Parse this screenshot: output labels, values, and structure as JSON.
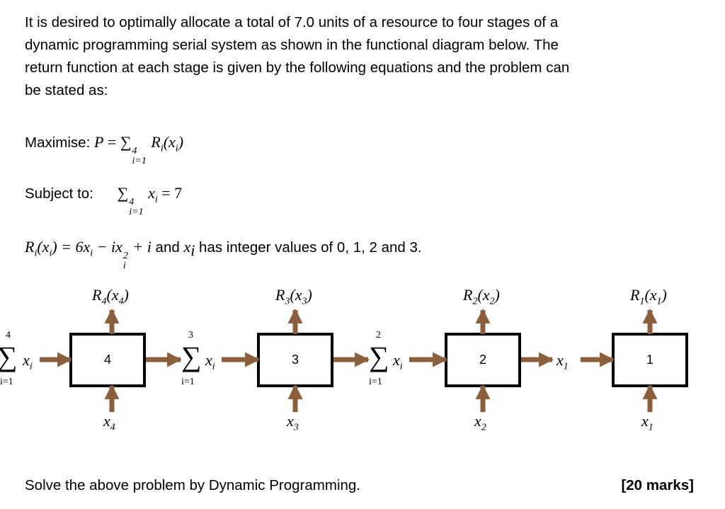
{
  "intro_lines": [
    "It is desired to optimally allocate a total of 7.0 units of a resource to four stages of a",
    "dynamic programming serial system as shown in the functional diagram below. The",
    "return function at each stage is given by the following equations and the problem can",
    "be stated as:"
  ],
  "maximise": {
    "label": "Maximise:",
    "P": "P",
    "eq": " = ∑",
    "sup": "4",
    "sub": "i=1",
    "R": " R",
    "Rsub": "i",
    "arg": "(x",
    "argsub": "i",
    "close": ")"
  },
  "subject": {
    "label": "Subject to:",
    "sum": "∑",
    "sup": "4",
    "sub": "i=1",
    "x": " x",
    "xsub": "i",
    "rhs": " = 7"
  },
  "return_fn": {
    "lhs": "R",
    "lhssub": "i",
    "a1": "(x",
    "a1sub": "i",
    "a2": ") = 6x",
    "a2sub": "i",
    "a3": " − ix",
    "a3sub": "i",
    "a3sup": "2",
    "a4": " + i",
    "text1": " and ",
    "x": "x",
    "xsub": "i",
    "text2": " has integer values of 0, 1, 2 and 3."
  },
  "stages": [
    {
      "box": "4",
      "R": "R",
      "Rsub": "4",
      "arg": "(x",
      "argsub": "4",
      "close": ")",
      "in": "x",
      "insub": "4",
      "sum_top": "4"
    },
    {
      "box": "3",
      "R": "R",
      "Rsub": "3",
      "arg": "(x",
      "argsub": "3",
      "close": ")",
      "in": "x",
      "insub": "3",
      "sum_top": "3"
    },
    {
      "box": "2",
      "R": "R",
      "Rsub": "2",
      "arg": "(x",
      "argsub": "2",
      "close": ")",
      "in": "x",
      "insub": "2",
      "sum_top": "2"
    },
    {
      "box": "1",
      "R": "R",
      "Rsub": "1",
      "arg": "(x",
      "argsub": "1",
      "close": ")",
      "in": "x",
      "insub": "1"
    }
  ],
  "sum": {
    "sigma": "∑",
    "bottom": "i=1",
    "x": "x",
    "xsub": "i"
  },
  "x1_link": {
    "x": "x",
    "xsub": "1"
  },
  "footer": {
    "task": "Solve the above problem by Dynamic Programming.",
    "marks": "[20 marks]"
  },
  "colors": {
    "arrow": "#8B5E3C"
  }
}
